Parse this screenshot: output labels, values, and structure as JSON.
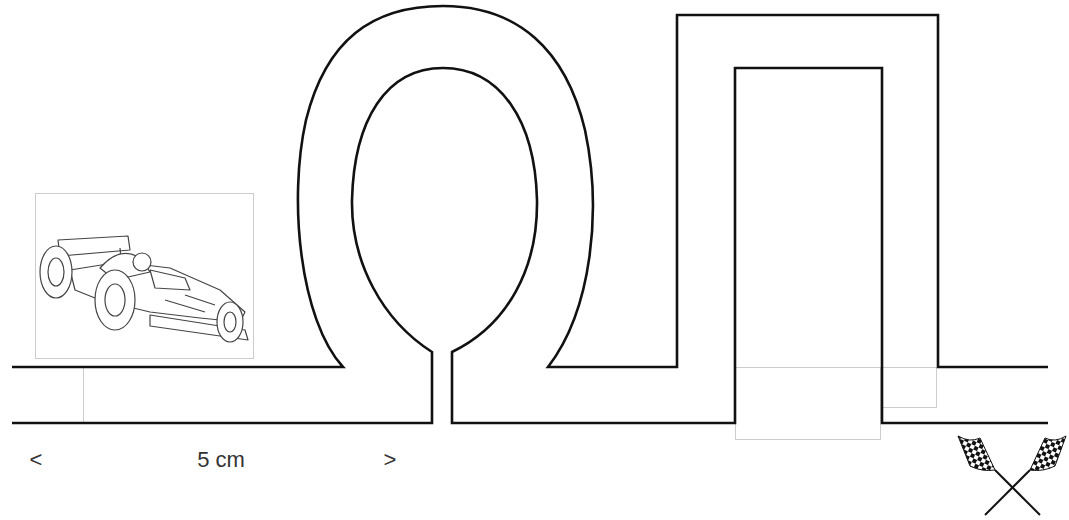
{
  "diagram": {
    "labels": [
      "<",
      "5 cm",
      ">"
    ]
  }
}
